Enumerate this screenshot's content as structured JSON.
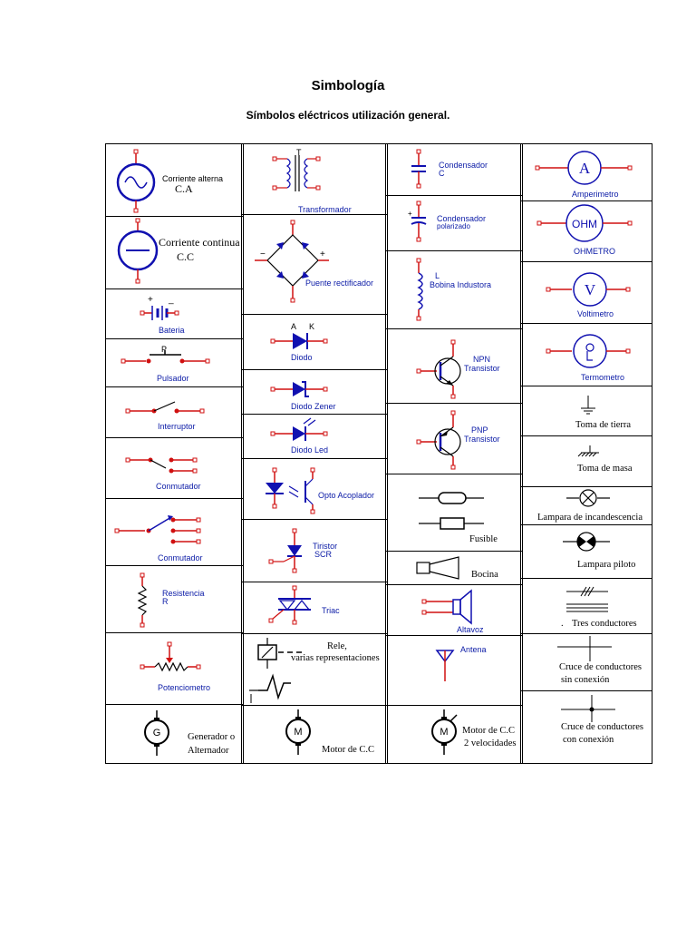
{
  "page": {
    "title": "Simbología",
    "subtitle": "Símbolos eléctricos utilización general."
  },
  "col1": {
    "ac_l1": "Corriente alterna",
    "ac_l2": "C.A",
    "dc_l1": "Corriente continua",
    "dc_l2": "C.C",
    "battery": "Bateria",
    "pulsador_p": "P",
    "pulsador": "Pulsador",
    "interruptor": "Interruptor",
    "conmutador1": "Conmutador",
    "conmutador2": "Conmutador",
    "resist_l1": "Resistencia",
    "resist_l2": "R",
    "potenciometro": "Potenciometro",
    "gen_l1": "Generador o",
    "gen_l2": "Alternador",
    "gen_letter": "G"
  },
  "col2": {
    "transformador": "Transformador",
    "transformador_t": "T",
    "puente": "Puente rectificador",
    "diodo_a": "A",
    "diodo_k": "K",
    "diodo": "Diodo",
    "zener": "Diodo Zener",
    "led": "Diodo Led",
    "opto": "Opto Acoplador",
    "tiristor_l1": "Tiristor",
    "tiristor_l2": "SCR",
    "triac": "Triac",
    "rele_l1": "Rele,",
    "rele_l2": "varias representaciones",
    "motor": "Motor de C.C",
    "motor_letter": "M"
  },
  "col3": {
    "cond_l1": "Condensador",
    "cond_l2": "C",
    "condp_l1": "Condensador",
    "condp_l2": "polarizado",
    "bobina_l1": "L",
    "bobina_l2": "Bobina Industora",
    "npn_l1": "NPN",
    "npn_l2": "Transistor",
    "pnp_l1": "PNP",
    "pnp_l2": "Transistor",
    "fusible": "Fusible",
    "bocina": "Bocina",
    "altavoz": "Altavoz",
    "antena": "Antena",
    "motor2_l1": "Motor de C.C",
    "motor2_l2": "2 velocidades",
    "motor2_letter": "M"
  },
  "col4": {
    "amp": "Amperimetro",
    "amp_letter": "A",
    "ohm": "OHMETRO",
    "ohm_letter": "OHM",
    "volt": "Voltimetro",
    "volt_letter": "V",
    "termo": "Termometro",
    "tierra": "Toma de tierra",
    "masa": "Toma de masa",
    "lampara": "Lampara de incandescencia",
    "piloto": "Lampara piloto",
    "tres": "Tres conductores",
    "tres_dot": ".",
    "cruce_sin_l1": "Cruce de conductores",
    "cruce_sin_l2": "sin conexión",
    "cruce_con_l1": "Cruce de conductores",
    "cruce_con_l2": "con conexión"
  },
  "colors": {
    "symbol": "#1010b0",
    "wire": "#d01010",
    "label": "#0a1aa6"
  }
}
